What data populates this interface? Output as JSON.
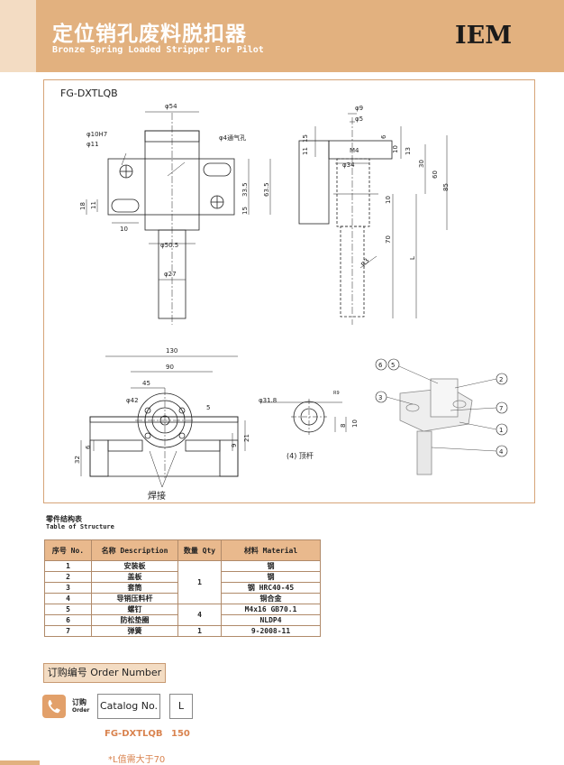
{
  "header": {
    "title_cn": "定位销孔废料脱扣器",
    "title_en": "Bronze Spring Loaded Stripper For Pilot",
    "brand": "IEM"
  },
  "drawing": {
    "model": "FG-DXTLQB",
    "dims": {
      "d54": "φ54",
      "d10h7": "φ10H7",
      "d11": "φ11",
      "vent": "φ4通气孔",
      "d9": "φ9",
      "d5": "φ5",
      "m4": "M4",
      "d34": "φ34",
      "n11": "11",
      "n15": "15",
      "n6": "6",
      "n10": "10",
      "n13": "13",
      "n30": "30",
      "n60": "60",
      "n85": "85",
      "n70": "70",
      "L": "L",
      "r3": "R3",
      "n18": "18",
      "n11b": "11",
      "n10b": "10",
      "n335": "33.5",
      "n635": "63.5",
      "n15b": "15",
      "d505": "φ50.5",
      "d27": "φ27",
      "n130": "130",
      "n90": "90",
      "n45": "45",
      "d42": "φ42",
      "n5": "5",
      "n6b": "6",
      "n32": "32",
      "n9": "9",
      "n21": "21",
      "d318": "φ31.8",
      "r9": "R9",
      "n8": "8",
      "n10c": "10",
      "ejector": "(4) 顶杆",
      "weld": "焊接"
    },
    "callouts": [
      "6",
      "5",
      "2",
      "3",
      "7",
      "1",
      "4"
    ]
  },
  "table": {
    "caption_cn": "零件结构表",
    "caption_en": "Table of Structure",
    "headers": [
      "序号 No.",
      "名称 Description",
      "数量 Qty",
      "材料 Material"
    ],
    "rows": [
      {
        "no": "1",
        "desc": "安装板",
        "mat": "钢"
      },
      {
        "no": "2",
        "desc": "盖板",
        "mat": "钢"
      },
      {
        "no": "3",
        "desc": "套筒",
        "mat": "钢 HRC40-45"
      },
      {
        "no": "4",
        "desc": "导销压料杆",
        "mat": "铜合金"
      },
      {
        "no": "5",
        "desc": "螺钉",
        "mat": "M4x16 GB70.1"
      },
      {
        "no": "6",
        "desc": "防松垫圈",
        "mat": "NLDP4"
      },
      {
        "no": "7",
        "desc": "弹簧",
        "mat": "9-2008-11"
      }
    ],
    "qty_groups": [
      "1",
      "4",
      "1"
    ]
  },
  "order": {
    "label": "订购编号 Order Number",
    "order_cn": "订购",
    "order_en": "Order",
    "catalog_label": "Catalog No.",
    "length_label": "L",
    "example_code": "FG-DXTLQB",
    "example_length": "150",
    "note": "*L值需大于70"
  },
  "colors": {
    "header_bg": "#e2b17f",
    "accent": "#d9834f",
    "table_header": "#e9b98d"
  }
}
